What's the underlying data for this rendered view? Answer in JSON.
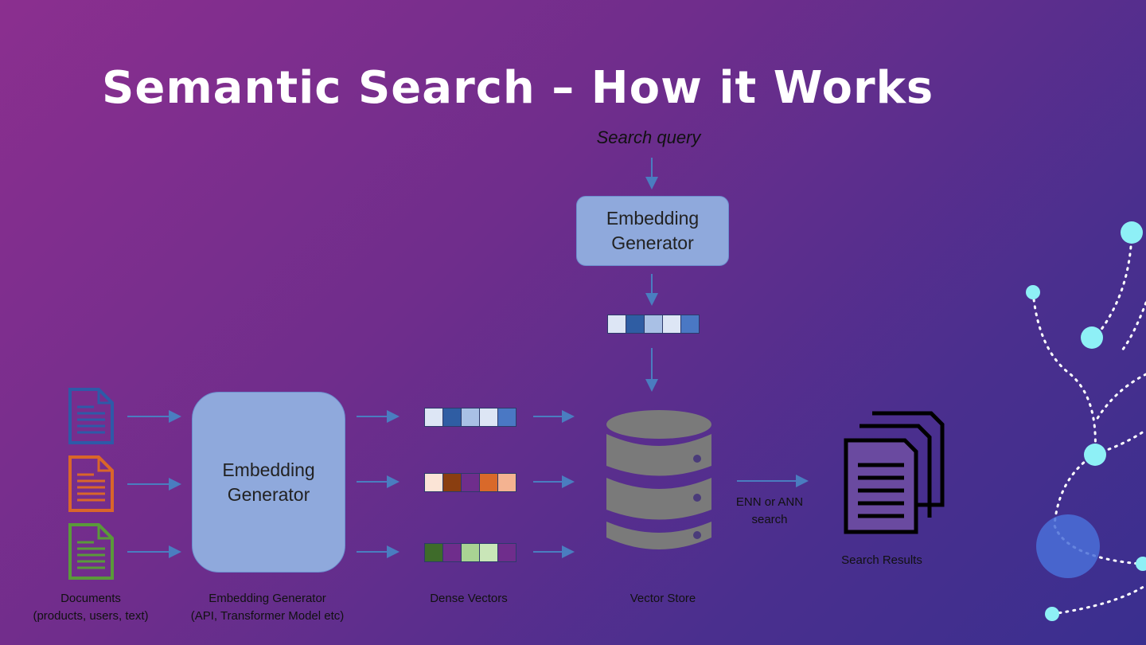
{
  "title": "Semantic Search – How it Works",
  "query_label": "Search query",
  "top_generator": {
    "line1": "Embedding",
    "line2": "Generator"
  },
  "main_generator": {
    "line1": "Embedding",
    "line2": "Generator"
  },
  "search_label": {
    "line1": "ENN or ANN",
    "line2": "search"
  },
  "results_label": "Search Results",
  "captions": {
    "documents": {
      "line1": "Documents",
      "line2": "(products, users, text)"
    },
    "generator": {
      "line1": "Embedding Generator",
      "line2": "(API, Transformer Model etc)"
    },
    "vectors": "Dense Vectors",
    "store": "Vector Store"
  },
  "vectors": {
    "query": [
      "#dde6f5",
      "#2f5da3",
      "#a9c0e5",
      "#dde6f5",
      "#4a78c4"
    ],
    "doc_blue": [
      "#dde6f5",
      "#2f5da3",
      "#a9c0e5",
      "#dde6f5",
      "#4a78c4"
    ],
    "doc_orange": [
      "#fbe4d6",
      "#8a3e10",
      "#6f2d8c",
      "#d9692a",
      "#f4b391"
    ],
    "doc_green": [
      "#3e6b2a",
      "#6f2d8c",
      "#a9d393",
      "#c9e6b8",
      "#6f2d8c"
    ]
  },
  "icons": {
    "doc_colors": [
      "#2e5aa8",
      "#d9662a",
      "#5a9a3a"
    ],
    "database_color": "#7a7a7a",
    "arrow_color": "#4a7dc0",
    "accent": "#8ef0f6"
  }
}
